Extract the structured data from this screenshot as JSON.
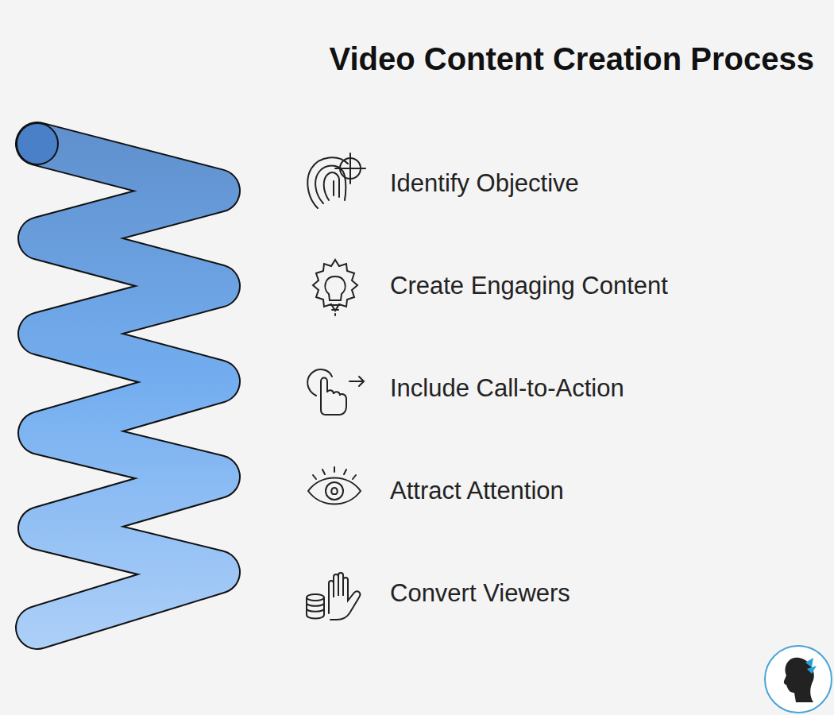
{
  "diagram": {
    "title": "Video Content Creation Process",
    "labels": [
      "Identify Objective",
      "Create Engaging Content",
      "Include Call-to-Action",
      "Attract Attention",
      "Convert Viewers"
    ]
  }
}
